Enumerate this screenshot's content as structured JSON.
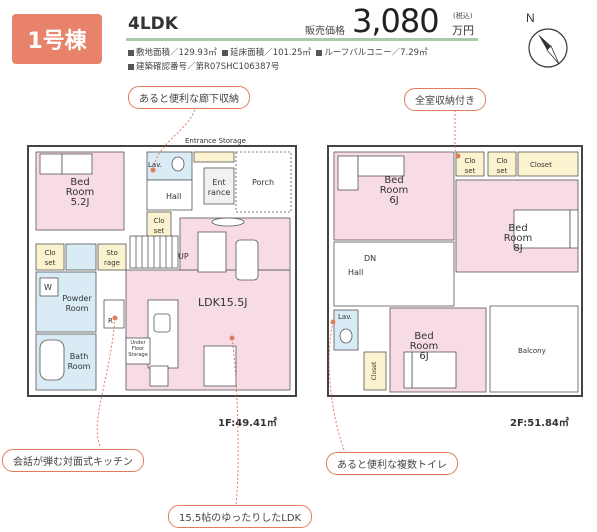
{
  "header": {
    "badge": "1号棟",
    "layout": "4LDK",
    "price_label": "販売価格",
    "price": "3,080",
    "tax_note": "(税込)",
    "price_unit": "万円",
    "specs_line1": [
      "敷地面積／129.93㎡",
      "延床面積／101.25㎡",
      "ルーフバルコニー／7.29㎡"
    ],
    "specs_line2": "建築確認番号／第R07SHC106387号",
    "compass_letter": "N"
  },
  "callouts": {
    "corridor_storage": "あると便利な廊下収納",
    "full_storage": "全室収納付き",
    "kitchen": "会話が弾む対面式キッチン",
    "ldk": "15.5帖のゆったりしたLDK",
    "toilet": "あると便利な複数トイレ"
  },
  "floor1": {
    "area": "1F:49.41㎡",
    "rooms": {
      "bed": "Bed\nRoom\n5.2J",
      "entrance_storage": "Entrance Storage",
      "lav": "Lav.",
      "hall": "Hall",
      "entrance": "Ent\nrance",
      "porch": "Porch",
      "closet1": "Clo\nset",
      "closet2": "Clo\nset",
      "storage": "Sto\nrage",
      "up": "UP",
      "w": "W",
      "powder": "Powder\nRoom",
      "ldk": "LDK15.5J",
      "r": "R",
      "under_floor": "Under\nFloor\nStorage",
      "bath": "Bath\nRoom"
    }
  },
  "floor2": {
    "area": "2F:51.84㎡",
    "rooms": {
      "bed6_top": "Bed\nRoom\n6J",
      "closet_a": "Clo\nset",
      "closet_b": "Clo\nset",
      "closet_c": "Closet",
      "bed8": "Bed\nRoom\n8J",
      "dn": "DN",
      "hall": "Hall",
      "lav": "Lav.",
      "bed6_bottom": "Bed\nRoom\n6J",
      "closet_d": "Closet",
      "balcony": "Balcony"
    }
  },
  "colors": {
    "badge": "#e8826a",
    "room_pink": "#f7dce6",
    "wet_blue": "#d9ecf5",
    "storage_yellow": "#fbf3cf",
    "callout_border": "#e07c5c",
    "rule_green": "#a9c9a9"
  }
}
